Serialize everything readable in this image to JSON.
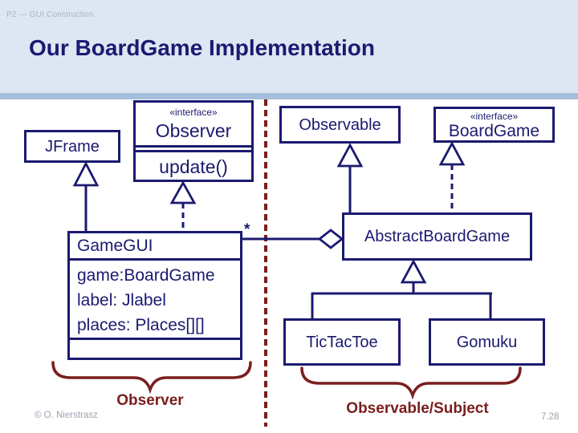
{
  "header": {
    "course": "P2 — GUI Construction",
    "title": "Our BoardGame Implementation"
  },
  "diagram": {
    "classes": {
      "jframe": {
        "name": "JFrame"
      },
      "observer": {
        "stereotype": "«interface»",
        "name": "Observer",
        "operation": "update()"
      },
      "observable": {
        "name": "Observable"
      },
      "boardgame": {
        "stereotype": "«interface»",
        "name": "BoardGame"
      },
      "gamegui": {
        "name": "GameGUI",
        "attributes": [
          "game:BoardGame",
          "label: Jlabel",
          "places: Places[][]"
        ]
      },
      "abstract_boardgame": {
        "name": "AbstractBoardGame"
      },
      "tictactoe": {
        "name": "TicTacToe"
      },
      "gomuku": {
        "name": "Gomuku"
      }
    },
    "multiplicity": "*",
    "annotations": {
      "observer_group": "Observer",
      "observable_group": "Observable/Subject"
    }
  },
  "footer": {
    "copyright": "© O. Nierstrasz",
    "page": "7.28"
  },
  "colors": {
    "navy": "#1a1a70",
    "maroon": "#7b1e1e",
    "bar": "#a5bfdb",
    "header_bg": "#dce7f3"
  }
}
